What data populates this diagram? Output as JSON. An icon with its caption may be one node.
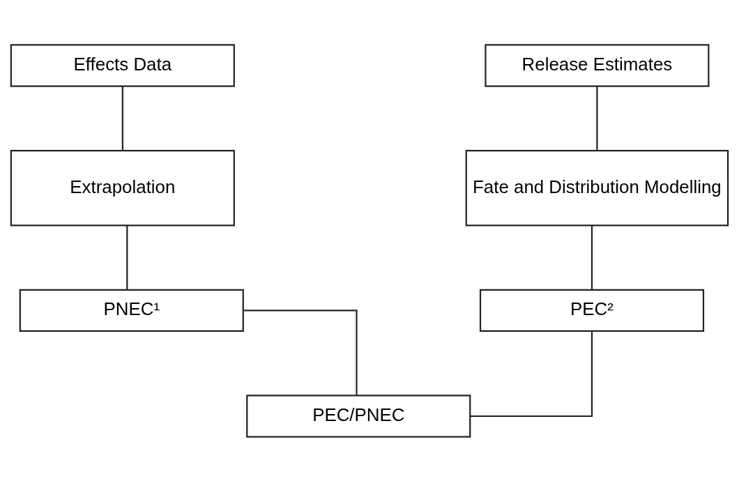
{
  "diagram": {
    "nodes": [
      {
        "text": [
          "Effects Data"
        ]
      },
      {
        "text": [
          "Release Estimates"
        ]
      },
      {
        "text": [
          "Extrapolation"
        ]
      },
      {
        "text": [
          "Fate and Distribution Modelling"
        ]
      },
      {
        "text": [
          "PNEC¹"
        ]
      },
      {
        "text": [
          "PEC²"
        ]
      },
      {
        "text": [
          "PEC/PNEC"
        ]
      }
    ],
    "edges": [
      {
        "from": 0,
        "to": 2,
        "arrow": "none"
      },
      {
        "from": 1,
        "to": 3,
        "arrow": "none"
      },
      {
        "from": 2,
        "to": 4,
        "arrow": "none"
      },
      {
        "from": 3,
        "to": 5,
        "arrow": "none"
      },
      {
        "from": 4,
        "to": 6,
        "arrow": "none"
      },
      {
        "from": 5,
        "to": 6,
        "arrow": "none"
      }
    ]
  }
}
